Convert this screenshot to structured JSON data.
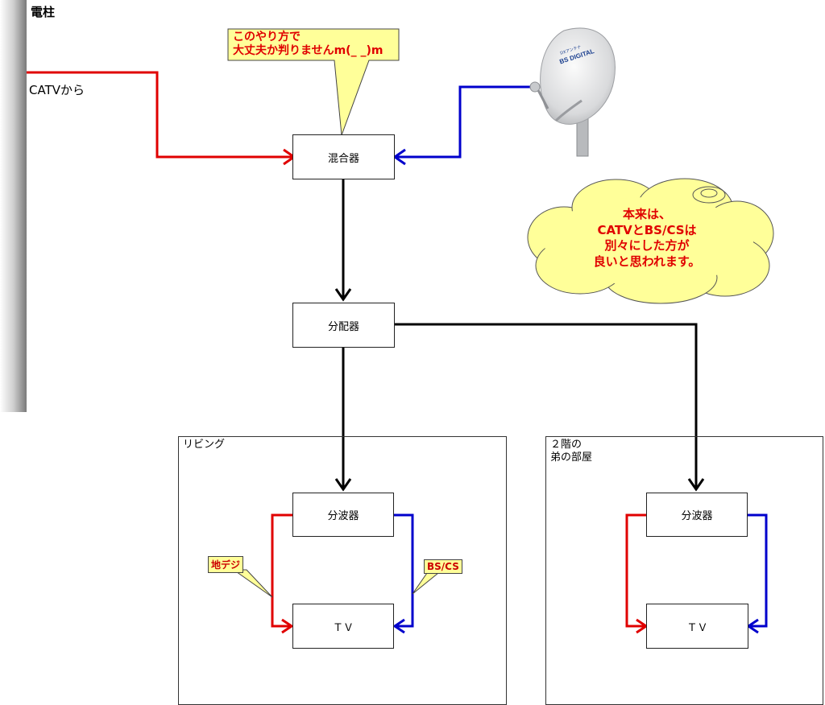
{
  "pole": {
    "label": "電柱"
  },
  "catv_source": {
    "label": "CATVから"
  },
  "devices": {
    "mixer": "混合器",
    "splitter": "分配器",
    "living_separator": "分波器",
    "living_tv": "ＴＶ",
    "upstairs_separator": "分波器",
    "upstairs_tv": "ＴＶ"
  },
  "rooms": {
    "living": {
      "title": "リビング"
    },
    "upstairs": {
      "title_line1": "２階の",
      "title_line2": "弟の部屋"
    }
  },
  "callout_top": {
    "line1": "このやり方で",
    "line2": "大丈夫か判りませんm(_ _)m"
  },
  "cloud": {
    "line1": "本来は、",
    "line2": "CATVとBS/CSは",
    "line3": "別々にした方が",
    "line4": "良いと思われます。"
  },
  "tags": {
    "terrestrial": "地デジ",
    "bscs": "BS/CS"
  },
  "dish": {
    "brand_line1": "DXアンテナ",
    "brand_line2": "BS DIGITAL"
  },
  "colors": {
    "terrestrial_line": "#e00000",
    "satellite_line": "#0000cc",
    "main_line": "#000000",
    "callout_fill": "#ffff99",
    "cloud_fill": "#ffff99"
  }
}
